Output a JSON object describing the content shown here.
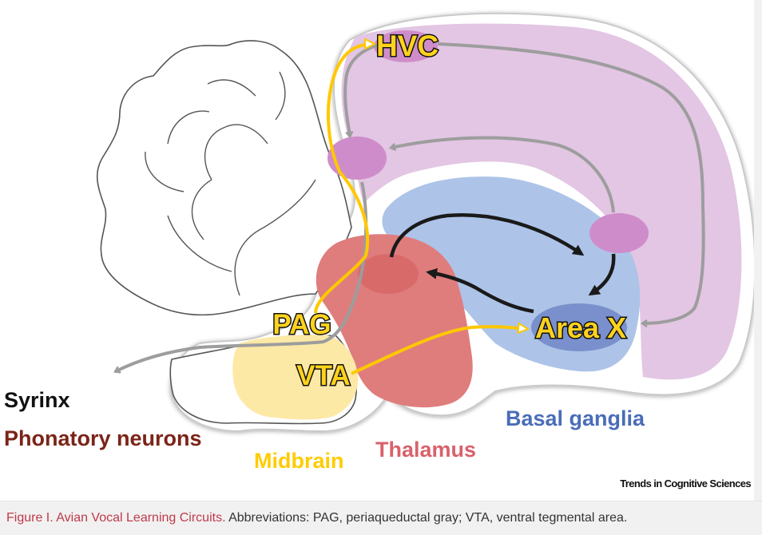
{
  "labels": {
    "hvc": "HVC",
    "pag": "PAG",
    "vta": "VTA",
    "area_x": "Area X",
    "syrinx": "Syrinx",
    "phonatory_neurons": "Phonatory neurons",
    "midbrain": "Midbrain",
    "thalamus": "Thalamus",
    "basal_ganglia": "Basal ganglia"
  },
  "credit": "Trends in Cognitive Sciences",
  "caption": {
    "title": "Figure I. Avian Vocal Learning Circuits.",
    "text": "Abbreviations: PAG, periaqueductal gray; VTA, ventral tegmental area."
  },
  "colors": {
    "pallium": "#e2c6e3",
    "basal_ganglia": "#adc4e8",
    "thalamus": "#df7d7d",
    "midbrain": "#fde9a6",
    "nucleus": "#cf8cca",
    "area_x": "#7a90cc",
    "gray_pathway": "#9d9d9d",
    "black_pathway": "#1a1a1a",
    "yellow_pathway": "#ffc800",
    "syrinx_text": "#111111",
    "phonatory_text": "#7b2418",
    "midbrain_text": "#ffcc00",
    "thalamus_text": "#d9616b",
    "basal_ganglia_text": "#4a6db8"
  }
}
